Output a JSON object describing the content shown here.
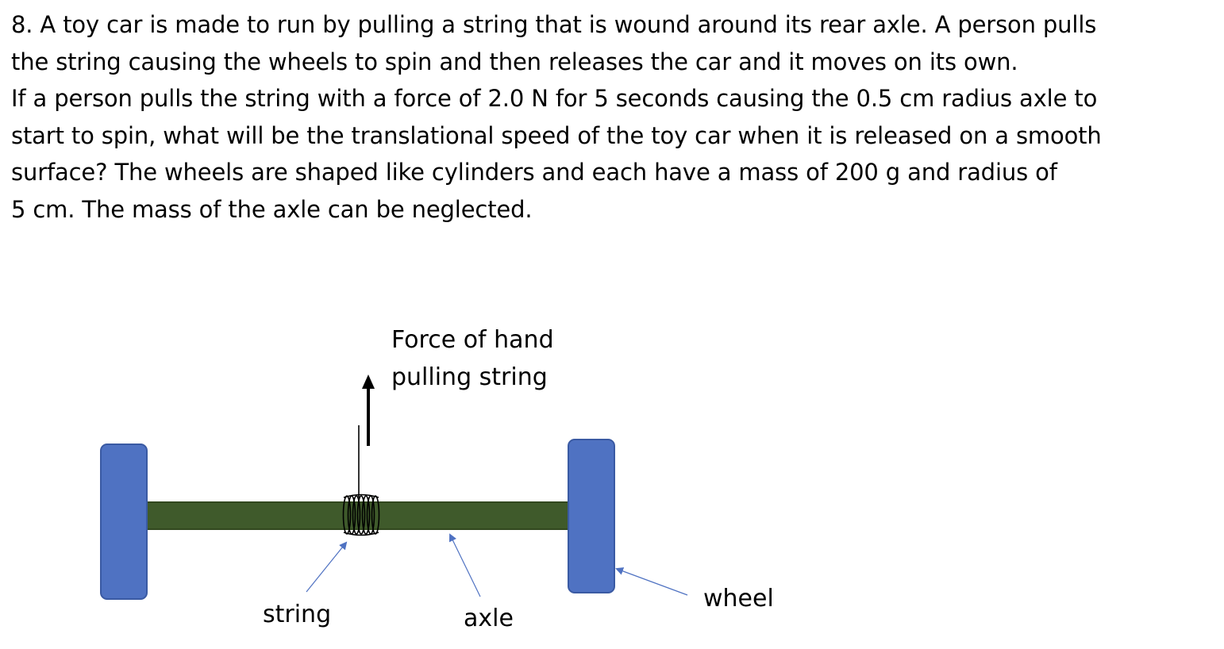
{
  "problem": {
    "lines": [
      "8. A toy car is made to run by pulling a string that is wound around its rear axle. A person pulls",
      "the string causing the wheels to spin and then releases the car and it moves on its own.",
      "If a person pulls the string with a force of 2.0 N for 5 seconds causing the 0.5 cm radius axle to",
      "start to spin, what will be the translational speed of the toy car when it is released on a smooth",
      "surface? The wheels are shaped like cylinders and each have a mass of 200 g and radius of",
      "5 cm. The mass of the axle can be neglected."
    ]
  },
  "diagram": {
    "force_label_line1": "Force of hand",
    "force_label_line2": "pulling string",
    "string_label": "string",
    "axle_label": "axle",
    "wheel_label": "wheel",
    "colors": {
      "wheel_fill": "#4f72c2",
      "wheel_stroke": "#3a5aa3",
      "axle_fill": "#3f5a2b",
      "axle_stroke": "#32481f",
      "pointer_arrow": "#4f72c2",
      "force_arrow": "#000000"
    }
  }
}
